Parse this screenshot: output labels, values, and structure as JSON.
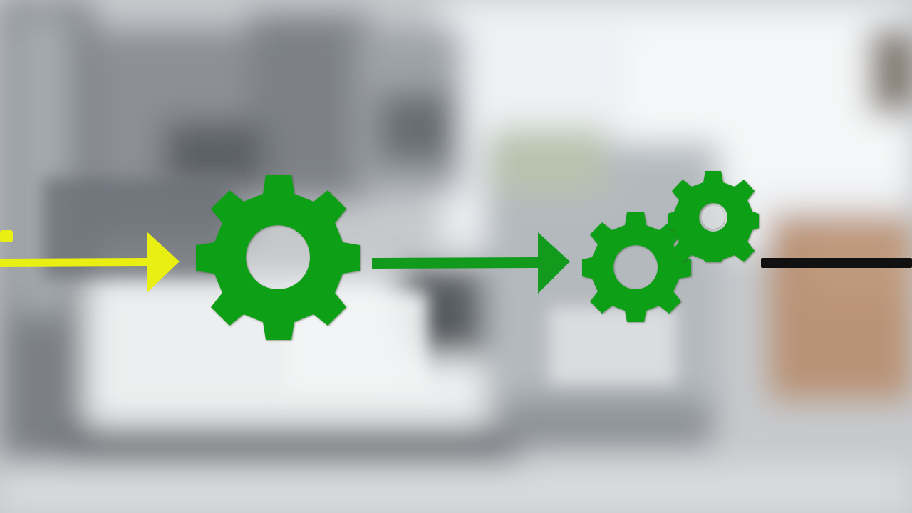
{
  "scene": {
    "description_tags": [
      "factory-background",
      "process-flow"
    ],
    "colors": {
      "input_arrow": "#e9ef12",
      "gear": "#0f9f18",
      "gear_edge": "#0a7a12",
      "process_arrow": "#119a1b",
      "output_line": "#111111",
      "background_base": "#c9cccf"
    },
    "elements": [
      {
        "name": "input-arrow",
        "icon": "arrow-right-icon",
        "color_key": "input_arrow"
      },
      {
        "name": "large-gear",
        "icon": "gear-icon",
        "color_key": "gear"
      },
      {
        "name": "process-arrow",
        "icon": "arrow-right-icon",
        "color_key": "process_arrow"
      },
      {
        "name": "small-gear-lower",
        "icon": "gear-icon",
        "color_key": "gear"
      },
      {
        "name": "small-gear-upper",
        "icon": "gear-icon",
        "color_key": "gear"
      },
      {
        "name": "output-line",
        "icon": "line-icon",
        "color_key": "output_line"
      }
    ]
  }
}
